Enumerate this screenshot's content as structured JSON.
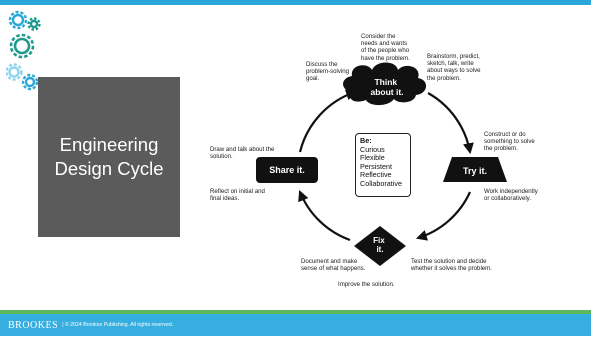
{
  "title": "Engineering\nDesign Cycle",
  "center": {
    "heading": "Be:",
    "items": [
      "Curious",
      "Flexible",
      "Persistent",
      "Reflective",
      "Collaborative"
    ]
  },
  "stages": {
    "think": "Think\nabout it.",
    "try": "Try it.",
    "fix": "Fix\nit.",
    "share": "Share it."
  },
  "notes": {
    "discuss": "Discuss the\nproblem-solving\ngoal.",
    "consider": "Consider the\nneeds and wants\nof the people who\nhave the problem.",
    "brainstorm": "Brainstorm, predict,\nsketch, talk, write\nabout ways to solve\nthe problem.",
    "construct": "Construct or do\nsomething to solve\nthe problem.",
    "work": "Work independently\nor collaboratively.",
    "test": "Test the solution and decide\nwhether it solves the problem.",
    "improve": "Improve the solution.",
    "document": "Document and make\nsense of what happens.",
    "reflect": "Reflect on initial and\nfinal ideas.",
    "draw": "Draw and talk about the\nsolution."
  },
  "footer": {
    "logo": "BROOKES",
    "copyright": "| © 2024 Brookes Publishing. All rights reserved."
  },
  "colors": {
    "top_bar": "#2aa7d8",
    "footer_bar": "#36aee0",
    "footer_accent": "#5cb85c",
    "title_box": "#5b5b5b",
    "gear_blue": "#2aa7d8",
    "gear_teal": "#1f9b8e",
    "gear_light": "#8fd3ee"
  }
}
